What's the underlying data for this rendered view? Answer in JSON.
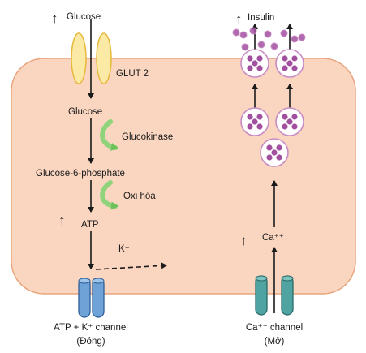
{
  "labels": {
    "glucose_outside": "Glucose",
    "glut2": "GLUT 2",
    "glucose_inside": "Glucose",
    "glucokinase": "Glucokinase",
    "g6p": "Glucose-6-phosphate",
    "oxidation": "Oxi hóa",
    "atp": "ATP",
    "k_ion": "K⁺",
    "katp_channel": "ATP + K⁺ channel",
    "katp_state": "(Đóng)",
    "insulin": "Insulin",
    "ca_ion": "Ca⁺⁺",
    "ca_channel": "Ca⁺⁺ channel",
    "ca_state": "(Mở)"
  },
  "indicators": {
    "up_arrow": "↑"
  },
  "colors": {
    "cell_fill": "#fad6c0",
    "cell_stroke": "#e8a57e",
    "glut2_fill": "#fbe9a6",
    "glut2_stroke": "#e6b83a",
    "enzyme_arrow": "#8fd37a",
    "katp_channel": "#6fa3d8",
    "ca_channel": "#4fa3a0",
    "vesicle_fill": "#ffffff",
    "vesicle_stroke": "#c88ac4",
    "granule": "#a24fa0",
    "arrow": "#1a1a1a"
  }
}
